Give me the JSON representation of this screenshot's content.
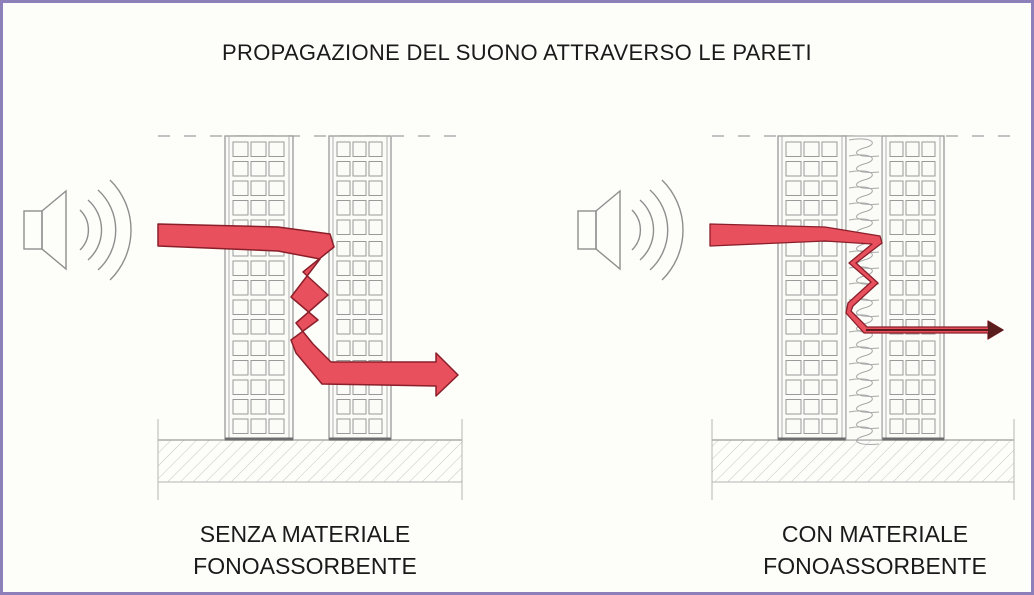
{
  "title": "PROPAGAZIONE DEL SUONO ATTRAVERSO LE PARETI",
  "left_panel": {
    "caption_line1": "SENZA MATERIALE",
    "caption_line2": "FONOASSORBENTE"
  },
  "right_panel": {
    "caption_line1": "CON MATERIALE",
    "caption_line2": "FONOASSORBENTE"
  },
  "colors": {
    "frame": "#8c7fba",
    "arrow_fill": "#e8505e",
    "arrow_stroke": "#8a1f2a",
    "attenuated_arrow": "#5a1d1d",
    "brick_line": "#9a9a9a",
    "insulation_line": "#a8a8a8",
    "floor_line": "#b5b5b5"
  },
  "icons": [
    "speaker-icon",
    "sound-waves-icon"
  ]
}
